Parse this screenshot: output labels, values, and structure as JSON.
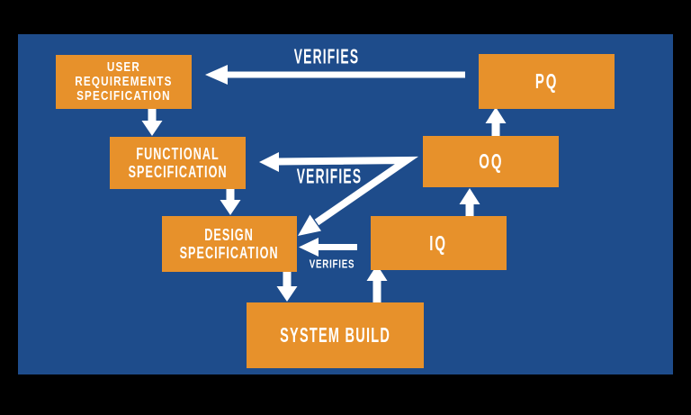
{
  "colors": {
    "frame_background": "#000000",
    "panel_blue": "#1E4C8B",
    "box_orange": "#E7912B",
    "text_and_arrows": "#FFFFFF"
  },
  "boxes": {
    "urs": {
      "label": "USER\nREQUIREMENTS\nSPECIFICATION"
    },
    "functional": {
      "label": "FUNCTIONAL\nSPECIFICATION"
    },
    "design": {
      "label": "DESIGN\nSPECIFICATION"
    },
    "system_build": {
      "label": "SYSTEM BUILD"
    },
    "iq": {
      "label": "IQ"
    },
    "oq": {
      "label": "OQ"
    },
    "pq": {
      "label": "PQ"
    }
  },
  "arrow_labels": {
    "verifies_top": "VERIFIES",
    "verifies_middle": "VERIFIES",
    "verifies_small": "VERIFIES"
  }
}
